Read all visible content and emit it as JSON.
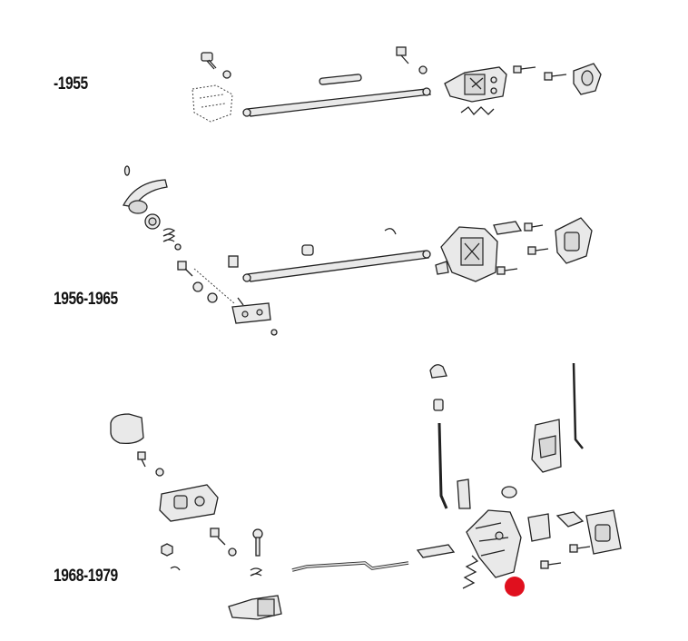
{
  "sections": [
    {
      "label": "-1955"
    },
    {
      "label": "1956-1965"
    },
    {
      "label": "1968-1979"
    }
  ],
  "marker": {
    "color": "#e0101e"
  }
}
